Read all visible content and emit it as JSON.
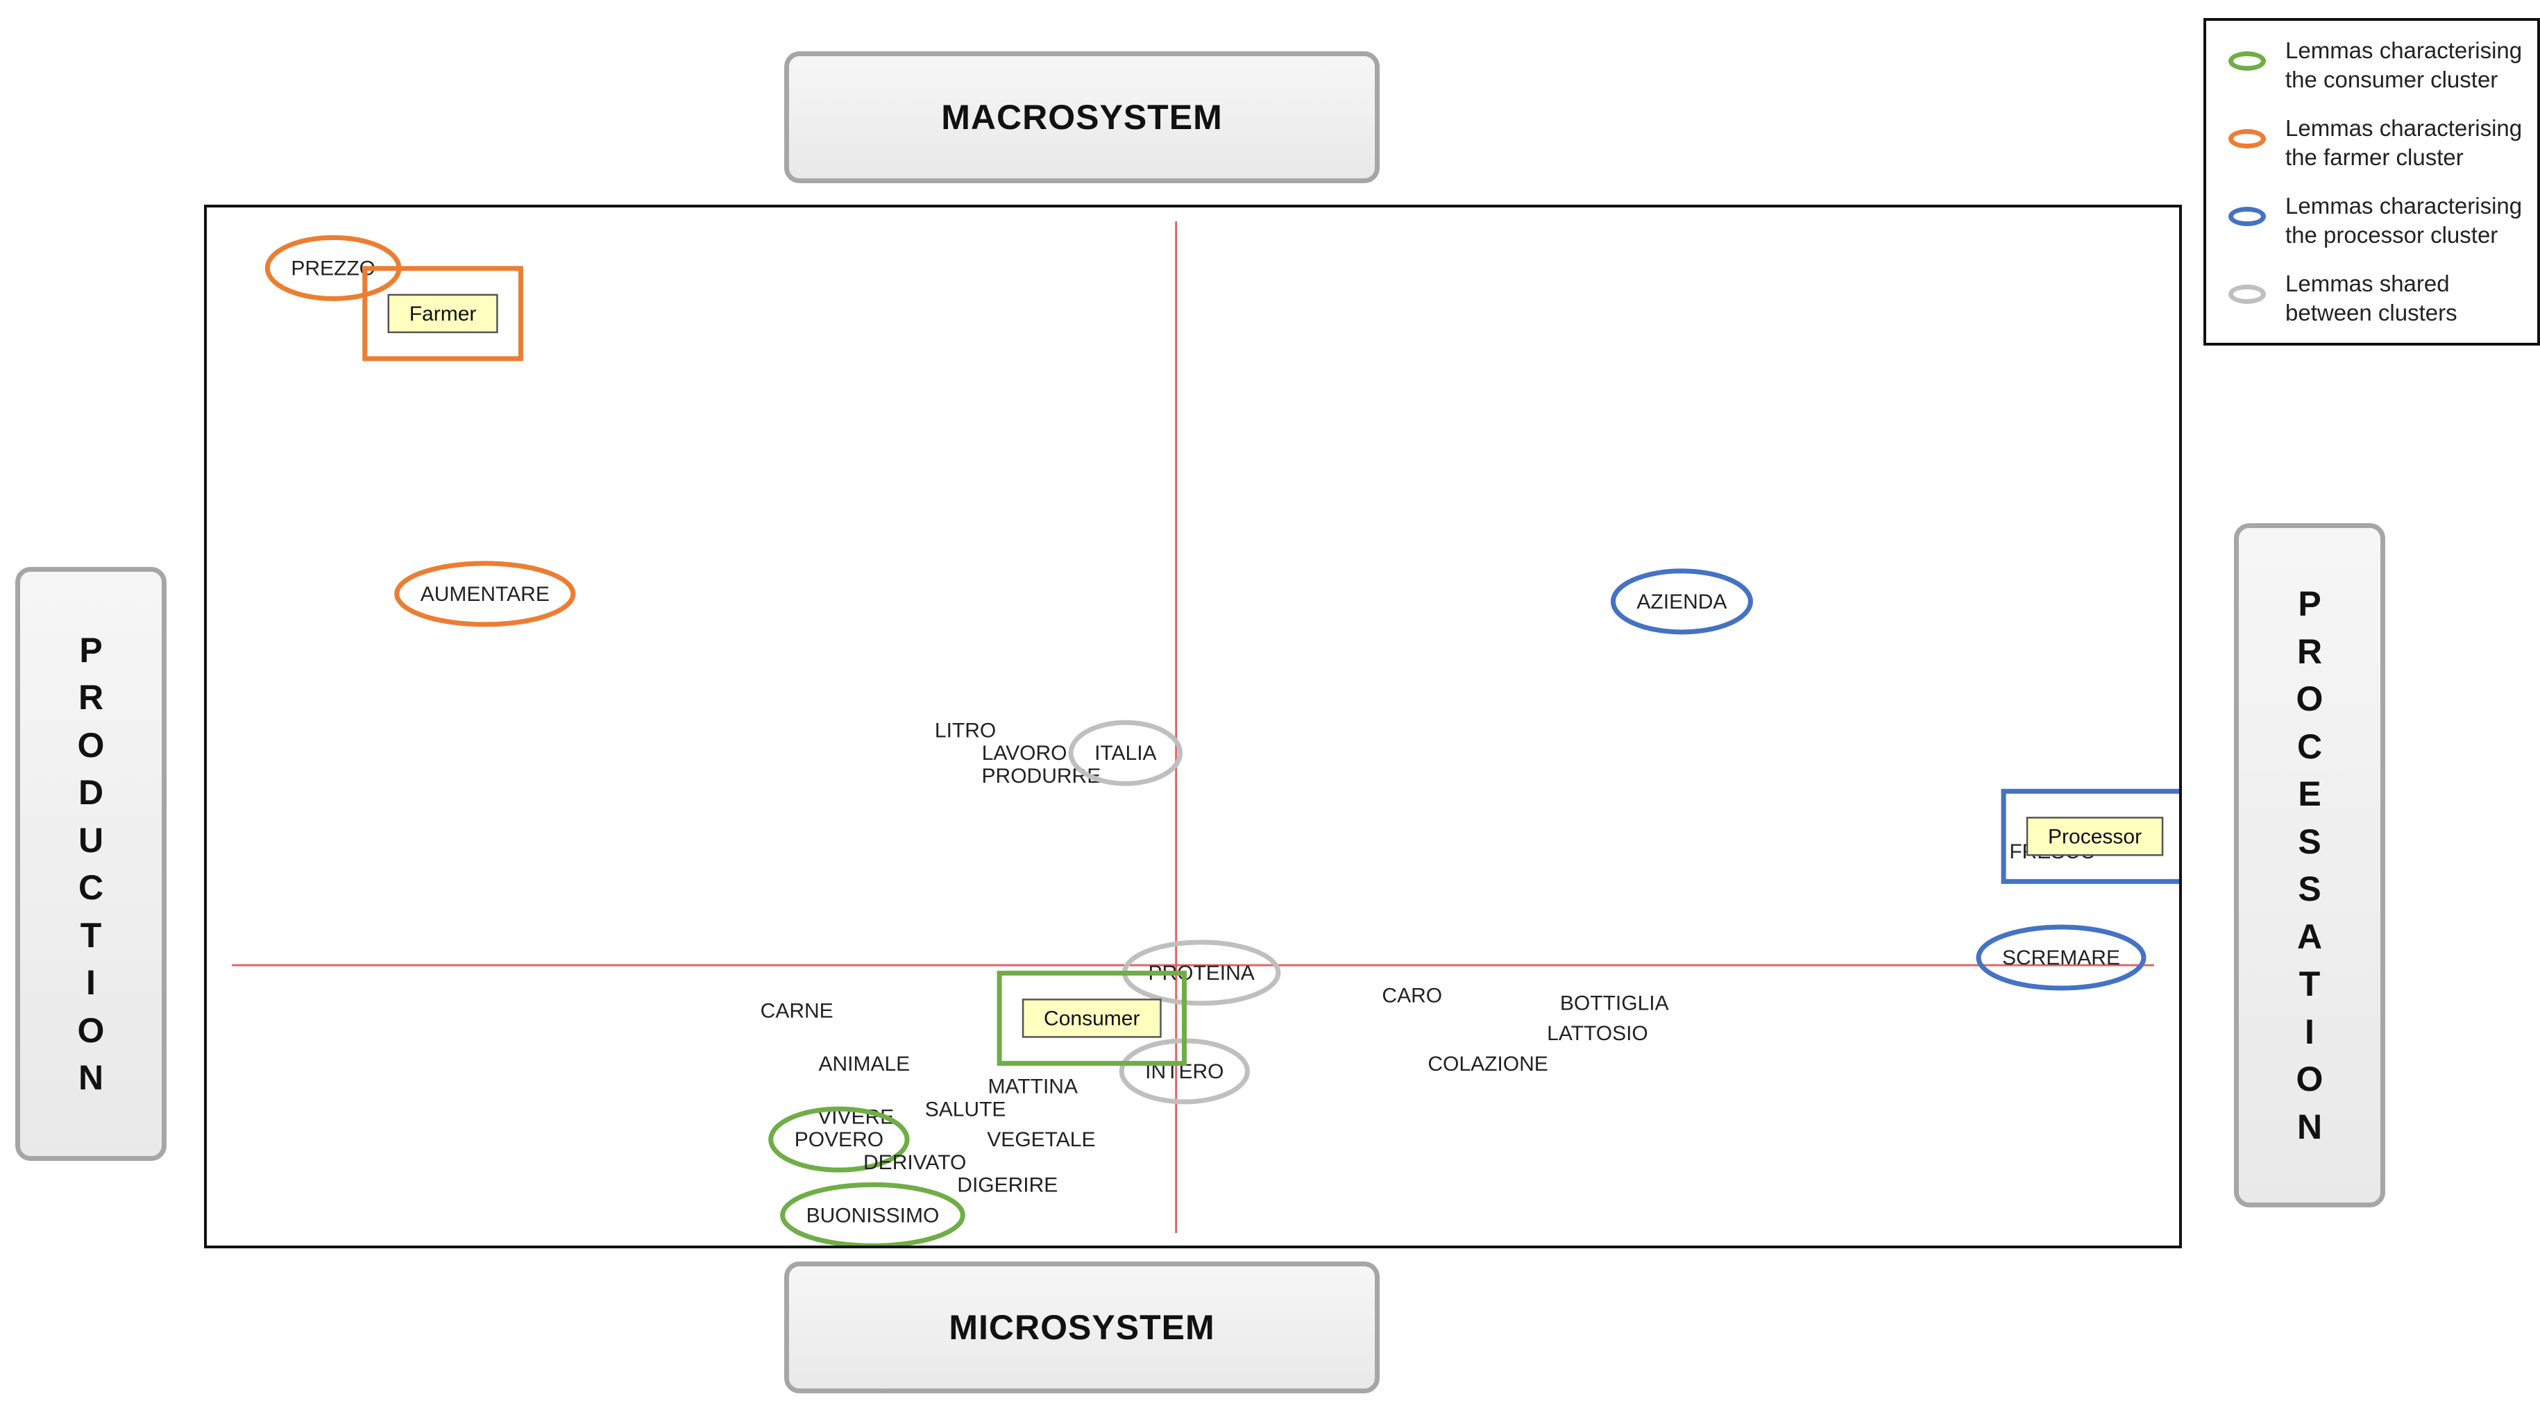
{
  "axes": {
    "top": "MACROSYSTEM",
    "bottom": "MICROSYSTEM",
    "left": "PRODUCTION",
    "right": "PROCESSATION"
  },
  "legend": [
    {
      "line1": "Lemmas characterising",
      "line2": "the consumer cluster",
      "color": "#70ad47"
    },
    {
      "line1": "Lemmas characterising",
      "line2": "the farmer cluster",
      "color": "#ed7d31"
    },
    {
      "line1": "Lemmas characterising",
      "line2": "the processor cluster",
      "color": "#4472c4"
    },
    {
      "line1": "Lemmas shared",
      "line2": "between clusters",
      "color": "#bfbfbf"
    }
  ],
  "colors": {
    "consumer": "#70ad47",
    "farmer": "#ed7d31",
    "processor": "#4472c4",
    "shared": "#bfbfbf",
    "crosshair": "#e06666",
    "label_fill": "#ffffc0"
  },
  "chart_data": {
    "type": "scatter",
    "clusters": [
      {
        "label": "Farmer",
        "group": "farmer",
        "x": -0.87,
        "y": 0.86
      },
      {
        "label": "Consumer",
        "group": "consumer",
        "x": -0.1,
        "y": -0.07
      },
      {
        "label": "Processor",
        "group": "processor",
        "x": 1.09,
        "y": 0.17
      }
    ],
    "lemmas": [
      {
        "text": "PREZZO",
        "x": -1.0,
        "y": 0.92,
        "group": "farmer"
      },
      {
        "text": "AUMENTARE",
        "x": -0.82,
        "y": 0.49,
        "group": "farmer"
      },
      {
        "text": "LITRO",
        "x": -0.25,
        "y": 0.31,
        "group": null
      },
      {
        "text": "LAVORO",
        "x": -0.18,
        "y": 0.28,
        "group": null
      },
      {
        "text": "PRODURRE",
        "x": -0.16,
        "y": 0.25,
        "group": null
      },
      {
        "text": "ITALIA",
        "x": -0.06,
        "y": 0.28,
        "group": "shared"
      },
      {
        "text": "AZIENDA",
        "x": 0.6,
        "y": 0.48,
        "group": "processor"
      },
      {
        "text": "FRESCO",
        "x": 1.04,
        "y": 0.15,
        "group": null
      },
      {
        "text": "SCREMARE",
        "x": 1.05,
        "y": 0.01,
        "group": "processor"
      },
      {
        "text": "PROTEINA",
        "x": 0.03,
        "y": -0.01,
        "group": "shared"
      },
      {
        "text": "INTERO",
        "x": 0.01,
        "y": -0.14,
        "group": "shared"
      },
      {
        "text": "CARO",
        "x": 0.28,
        "y": -0.04,
        "group": null
      },
      {
        "text": "BOTTIGLIA",
        "x": 0.52,
        "y": -0.05,
        "group": null
      },
      {
        "text": "LATTOSIO",
        "x": 0.5,
        "y": -0.09,
        "group": null
      },
      {
        "text": "COLAZIONE",
        "x": 0.37,
        "y": -0.13,
        "group": null
      },
      {
        "text": "CARNE",
        "x": -0.45,
        "y": -0.06,
        "group": null
      },
      {
        "text": "ANIMALE",
        "x": -0.37,
        "y": -0.13,
        "group": null
      },
      {
        "text": "MATTINA",
        "x": -0.17,
        "y": -0.16,
        "group": null
      },
      {
        "text": "SALUTE",
        "x": -0.25,
        "y": -0.19,
        "group": null
      },
      {
        "text": "VIVERE",
        "x": -0.38,
        "y": -0.2,
        "group": null
      },
      {
        "text": "VEGETALE",
        "x": -0.16,
        "y": -0.23,
        "group": null
      },
      {
        "text": "POVERO",
        "x": -0.4,
        "y": -0.23,
        "group": "consumer"
      },
      {
        "text": "DERIVATO",
        "x": -0.31,
        "y": -0.26,
        "group": null
      },
      {
        "text": "DIGERIRE",
        "x": -0.2,
        "y": -0.29,
        "group": null
      },
      {
        "text": "BUONISSIMO",
        "x": -0.36,
        "y": -0.33,
        "group": "consumer"
      }
    ],
    "xlim": [
      -1.15,
      1.19
    ],
    "ylim": [
      -0.37,
      1.0
    ],
    "origin": [
      0,
      0
    ]
  }
}
